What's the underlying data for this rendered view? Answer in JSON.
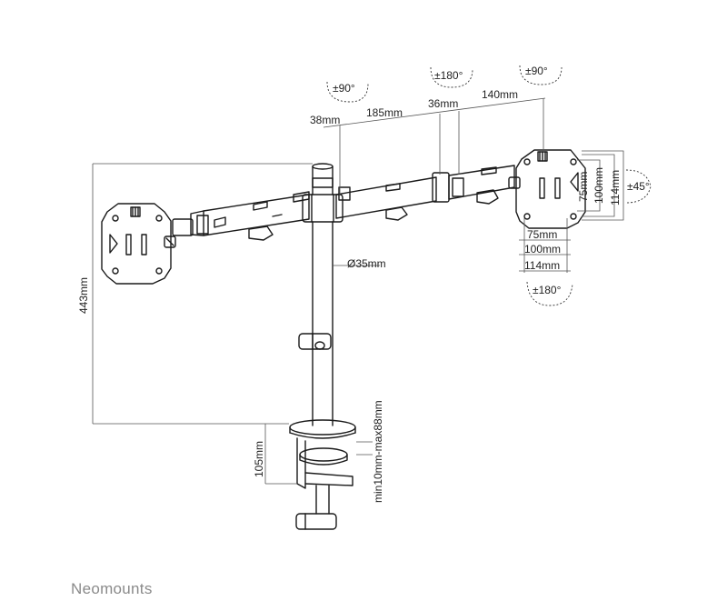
{
  "brand": "Neomounts",
  "labels": {
    "rot_left": "±90°",
    "rot_center": "±180°",
    "rot_right": "±90°",
    "seg_a": "38mm",
    "seg_b": "185mm",
    "seg_c": "36mm",
    "seg_d": "140mm",
    "pole_dia": "Ø35mm",
    "height": "443mm",
    "clamp_height": "105mm",
    "desk_range": "min10mm-max88mm",
    "vesa_w1": "75mm",
    "vesa_w2": "100mm",
    "vesa_w3": "114mm",
    "vesa_h1": "75mm",
    "vesa_h2": "100mm",
    "vesa_h3": "114mm",
    "tilt": "±45°",
    "swivel": "±180°"
  },
  "colors": {
    "line": "#1a1a1a",
    "dim_line": "#555555",
    "brand": "#8a8a8a"
  }
}
